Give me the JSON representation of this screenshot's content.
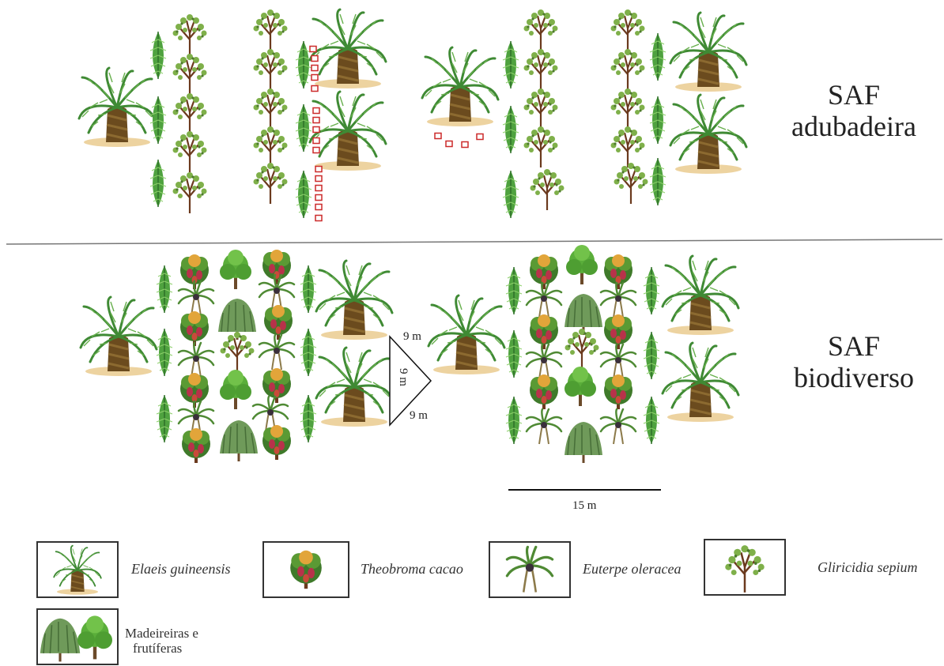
{
  "systems": [
    {
      "line1": "SAF",
      "line2": "adubadeira"
    },
    {
      "line1": "SAF",
      "line2": "biodiverso"
    }
  ],
  "spacing": {
    "side_a": "9 m",
    "side_b": "9 m",
    "side_c": "9 m"
  },
  "scale_bar": "15 m",
  "legend": {
    "elaeis": "Elaeis guineensis",
    "theobroma": "Theobroma cacao",
    "euterpe": "Euterpe oleracea",
    "gliricidia": "Gliricidia sepium",
    "madeireiras_line1": "Madeireiras e",
    "madeireiras_line2": "frutíferas"
  },
  "colors": {
    "palm_frond": "#4f9b3a",
    "palm_trunk": "#7a5a26",
    "banana_leaf": "#3f9a3a",
    "cacao_fruit": "#b8324a",
    "gliricidia_leaf": "#6a9c3e",
    "marker": "#cc2a2a"
  }
}
